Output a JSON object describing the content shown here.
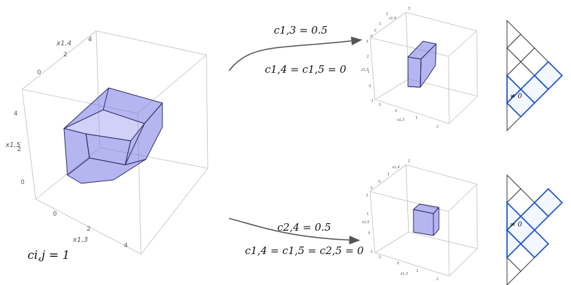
{
  "main_plot": {
    "x13_label": "x1,3",
    "x14_label": "x1,4",
    "x15_label": "x1,5",
    "x13_ticks": [
      "0",
      "2",
      "4"
    ],
    "x14_ticks": [
      "0",
      "2",
      "4"
    ],
    "x15_ticks": [
      "0",
      "2",
      "4"
    ],
    "caption": "ci,j = 1"
  },
  "top_arrow": {
    "label_top": "c1,3 = 0.5",
    "label_bottom": "c1,4 = c1,5 = 0"
  },
  "bottom_arrow": {
    "label_top": "c2,4 = 0.5",
    "label_bottom": "c1,4 = c1,5 = c2,5 = 0"
  },
  "top_small_plot": {
    "x13_label": "x1,3",
    "x14_label": "x1,4",
    "x15_label": "x1,5",
    "x13_ticks": [
      "-1",
      "0",
      "1",
      "2"
    ],
    "x14_ticks": [
      "-1",
      "0",
      "1",
      "2",
      "3"
    ],
    "x15_ticks": [
      "-1",
      "0",
      "1",
      "2",
      "3"
    ]
  },
  "bottom_small_plot": {
    "x13_label": "x1,3",
    "x14_label": "x1,4",
    "x15_label": "x1,5",
    "x13_ticks": [
      "-1",
      "0",
      "1",
      "2"
    ],
    "x14_ticks": [
      "-1",
      "0",
      "1",
      "2"
    ],
    "x15_ticks": [
      "-1",
      "0",
      "1",
      "2"
    ]
  },
  "top_triangle": {
    "cell_label": "≠ 0"
  },
  "bottom_triangle": {
    "cell_label": "≠ 0"
  },
  "colors": {
    "polytope_fill": "#7878e6",
    "highlight_stroke": "#1f56c6",
    "box_stroke": "#bdbdbd"
  }
}
